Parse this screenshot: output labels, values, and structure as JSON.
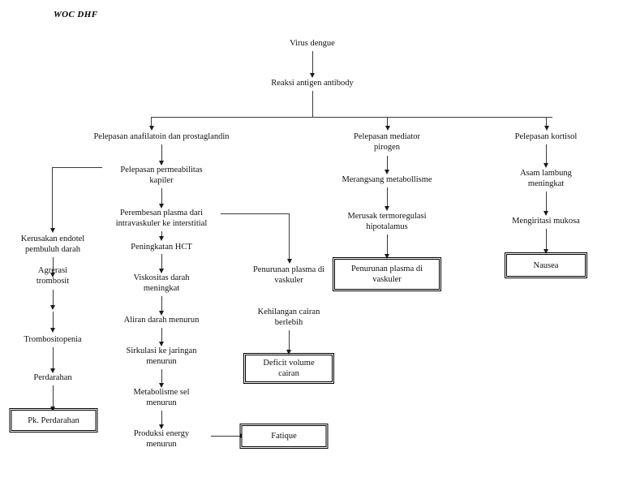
{
  "document": {
    "title": "WOC DHF"
  },
  "diagram": {
    "type": "flowchart",
    "root": "Virus dengue",
    "nodes": {
      "virus_dengue": "Virus dengue",
      "reaksi_antigen": "Reaksi antigen antibody",
      "pelepasan_anafilatoin": "Pelepasan anafilatoin dan prostaglandin",
      "pelepasan_mediator": "Pelepasan mediator\npirogen",
      "pelepasan_kortisol": "Pelepasan kortisol",
      "pelepasan_permeabilitas": "Pelepasan permeabilitas\nkapiler",
      "perembesan_plasma": "Perembesan plasma dari\nintravaskuler ke interstitial",
      "kerusakan_endotel": "Kerusakan endotel\npembuluh darah",
      "agrerasi_trombosit": "Agrerasi\ntrombosit",
      "trombositopenia": "Trombositopenia",
      "perdarahan": "Perdarahan",
      "pk_perdarahan": "Pk. Perdarahan",
      "peningkatan_hct": "Peningkatan HCT",
      "viskositas_darah": "Viskositas darah\nmeningkat",
      "aliran_darah": "Aliran darah menurun",
      "sirkulasi_jaringan": "Sirkulasi ke jaringan\nmenurun",
      "metabolisme_sel": "Metabolisme sel\nmenurun",
      "produksi_energy": "Produksi energy\nmenurun",
      "fatique": "Fatique",
      "penurunan_plasma_kiri": "Penurunan plasma di\nvaskuler",
      "kehilangan_cairan": "Kehilangan cairan\nberlebih",
      "deficit_volume": "Deficit volume\ncairan",
      "merangsang_metabolisme": "Merangsang metabollisme",
      "merusak_termoregulasi": "Merusak termoregulasi\nhipotalamus",
      "penurunan_plasma_tengah": "Penurunan plasma di\nvaskuler",
      "asam_lambung": "Asam lambung\nmeningkat",
      "mengiritasi_mukosa": "Mengiritasi mukosa",
      "nausea": "Nausea"
    },
    "outcome_boxes": [
      "Pk. Perdarahan",
      "Fatique",
      "Deficit volume\ncairan",
      "Penurunan plasma di\nvaskuler",
      "Nausea"
    ],
    "colors": {
      "text": "#111111",
      "line": "#3a3a3a",
      "arrow": "#1b1b1b",
      "box_border": "#000000",
      "background": "#ffffff"
    }
  }
}
